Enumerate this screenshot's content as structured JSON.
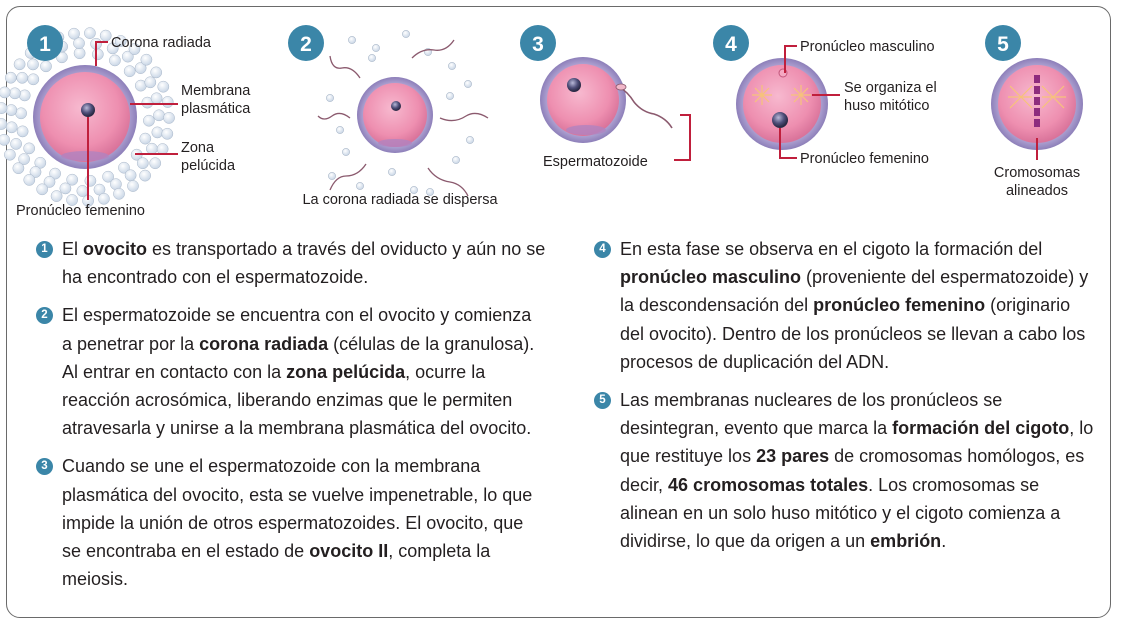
{
  "steps": [
    {
      "number": "1",
      "labels": {
        "corona": "Corona radiada",
        "membrane_1": "Membrana",
        "membrane_2": "plasmática",
        "zona_1": "Zona",
        "zona_2": "pelúcida",
        "pronucleus": "Pronúcleo femenino"
      }
    },
    {
      "number": "2",
      "caption": "La corona radiada se dispersa"
    },
    {
      "number": "3",
      "labels": {
        "sperm": "Espermatozoide"
      }
    },
    {
      "number": "4",
      "labels": {
        "male": "Pronúcleo masculino",
        "spindle_1": "Se organiza el",
        "spindle_2": "huso mitótico",
        "female": "Pronúcleo femenino"
      }
    },
    {
      "number": "5",
      "labels": {
        "chrom_1": "Cromosomas",
        "chrom_2": "alineados"
      }
    }
  ],
  "paragraphs": {
    "p1": {
      "num": "1",
      "t1": "El ",
      "b1": "ovocito",
      "t2": " es transportado a través del oviducto y aún no se ha encontrado con el espermatozoide."
    },
    "p2": {
      "num": "2",
      "t1": "El espermatozoide se encuentra con el ovocito y comienza a penetrar por la ",
      "b1": "corona radiada",
      "t2": " (células de la granulosa). Al entrar en contacto con la ",
      "b2": "zona pelúcida",
      "t3": ", ocurre la reacción acrosómica, liberando enzimas que le permiten atravesarla y unirse a la membrana plasmática del ovocito."
    },
    "p3": {
      "num": "3",
      "t1": "Cuando se une el espermatozoide con la membrana plasmática del ovocito, esta se vuelve impenetrable, lo que impide la unión de otros espermatozoides. El ovocito, que se encontraba en el estado de ",
      "b1": "ovocito II",
      "t2": ", completa la meiosis."
    },
    "p4": {
      "num": "4",
      "t1": "En esta fase se observa en el cigoto la formación del ",
      "b1": "pronúcleo masculino",
      "t2": " (proveniente del espermatozoide) y la descondensación del ",
      "b2": "pronúcleo femenino",
      "t3": " (originario del ovocito). Dentro de los pronúcleos se llevan a cabo los procesos de duplicación del ADN."
    },
    "p5": {
      "num": "5",
      "t1": "Las membranas nucleares de los pronúcleos se desintegran, evento que marca la ",
      "b1": "formación del cigoto",
      "t2": ", lo que restituye los ",
      "b2": "23 pares",
      "t3": " de cromosomas homólogos, es decir, ",
      "b3": "46 cromosomas totales",
      "t4": ". Los cromosomas se alinean en un solo huso mitótico y el cigoto comienza a dividirse, lo que da origen a un ",
      "b4": "embrión",
      "t5": "."
    }
  },
  "colors": {
    "badge": "#3b86a8",
    "cell": "#ee8fb0",
    "zona": "#8d7fb9",
    "leader": "#c01f3c"
  }
}
